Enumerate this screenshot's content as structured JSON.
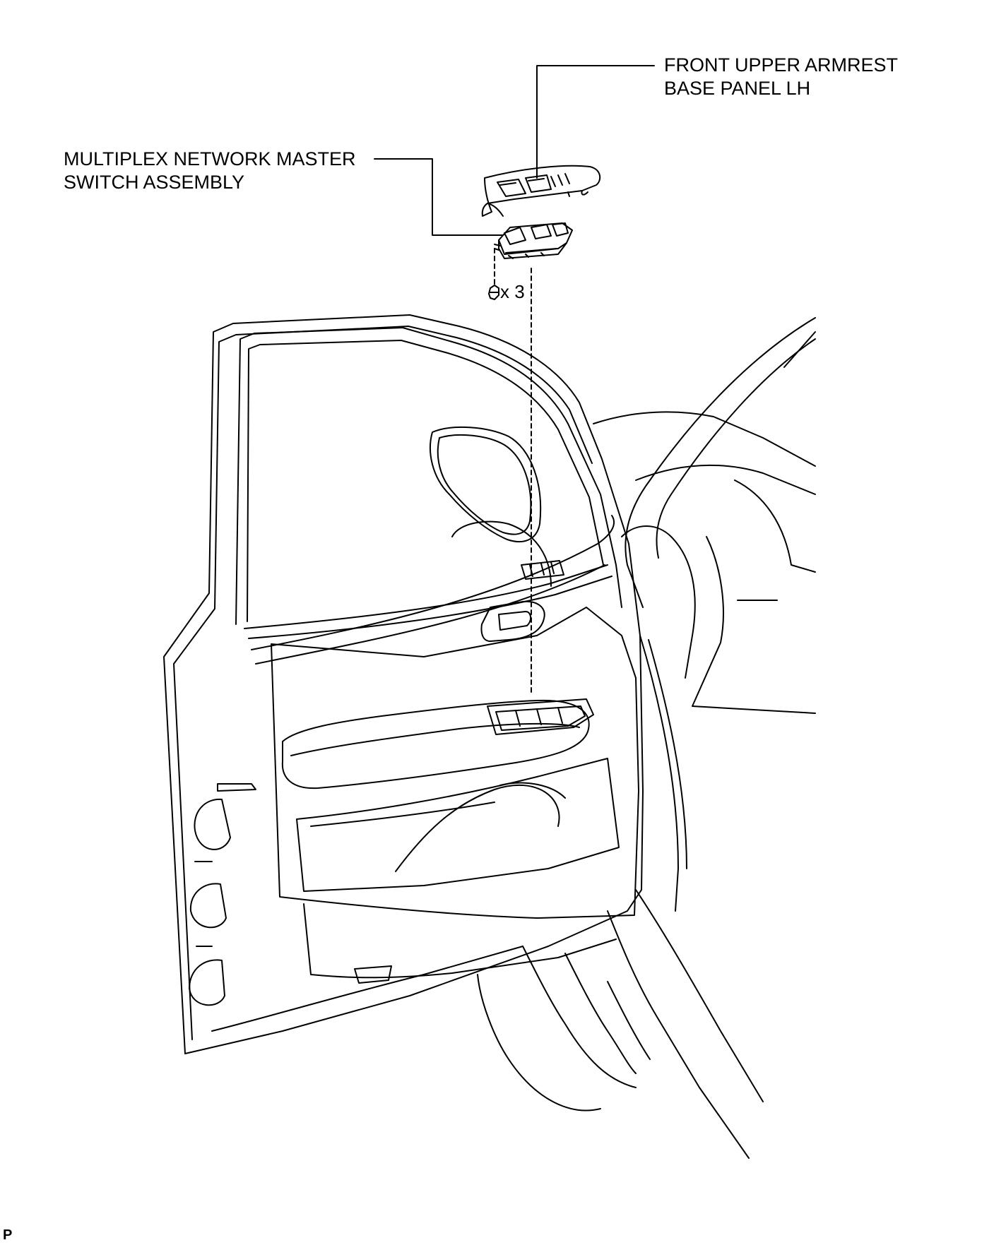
{
  "labels": {
    "armrest_panel": [
      "FRONT UPPER ARMREST",
      "BASE PANEL LH"
    ],
    "master_switch": [
      "MULTIPLEX NETWORK MASTER",
      "SWITCH ASSEMBLY"
    ]
  },
  "screw_quantity": "x 3",
  "figure_code": "P",
  "colors": {
    "line": "#000000",
    "background": "#ffffff"
  }
}
